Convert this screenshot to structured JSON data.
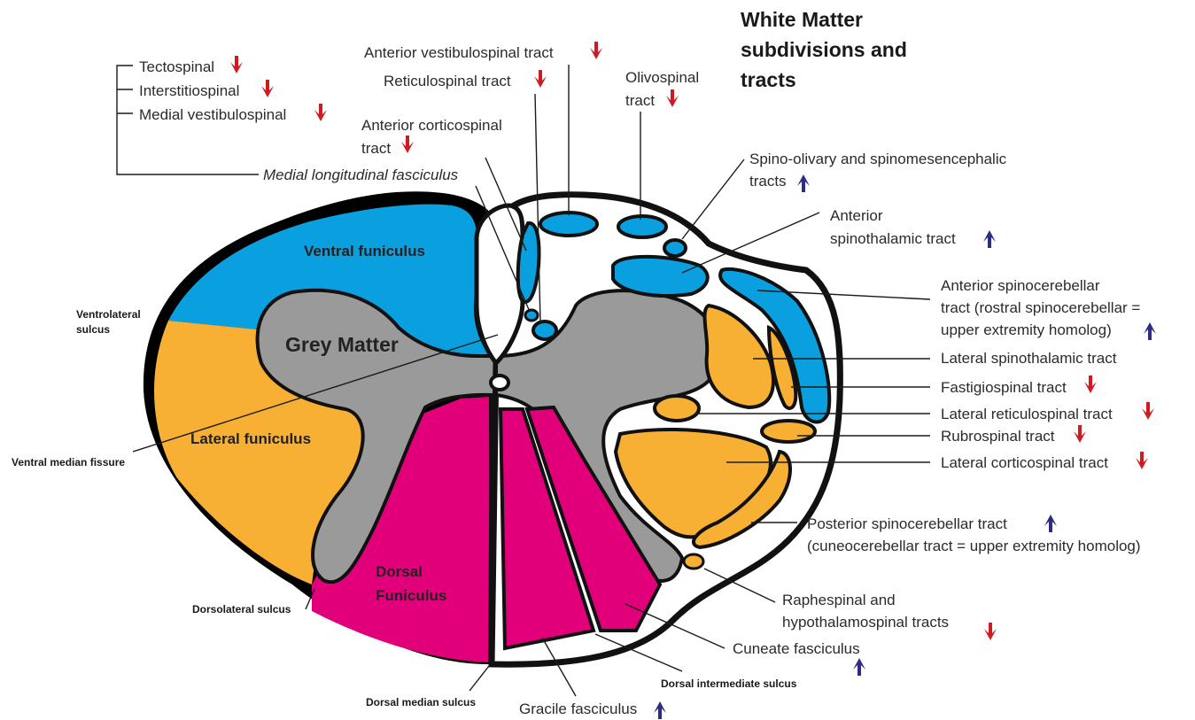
{
  "title": [
    "White Matter",
    "subdivisions and",
    "tracts"
  ],
  "colors": {
    "white_matter_blue": "#0aa0e0",
    "white_matter_orange": "#f7b033",
    "white_matter_magenta": "#e2007a",
    "grey_matter": "#9a9a9a",
    "outline": "#111111",
    "descending_arrow": "#d01a22",
    "ascending_arrow": "#2e2a86"
  },
  "regions": {
    "ventral_funiculus": "Ventral funiculus",
    "grey_matter": "Grey Matter",
    "lateral_funiculus": "Lateral funiculus",
    "dorsal_funiculus": [
      "Dorsal",
      "Funiculus"
    ]
  },
  "landmarks": {
    "ventrolateral_sulcus": [
      "Ventrolateral",
      "sulcus"
    ],
    "ventral_median_fissure": "Ventral median fissure",
    "dorsolateral_sulcus": "Dorsolateral sulcus",
    "dorsal_median_sulcus": "Dorsal median sulcus",
    "dorsal_intermediate_sulcus": "Dorsal intermediate sulcus"
  },
  "mlf_group": {
    "items": [
      {
        "label": "Tectospinal",
        "arrow": "down"
      },
      {
        "label": "Interstitiospinal",
        "arrow": "down"
      },
      {
        "label": "Medial vestibulospinal",
        "arrow": "down"
      }
    ],
    "label": "Medial longitudinal fasciculus"
  },
  "tracts": {
    "anterior_vestibulospinal": {
      "label": "Anterior vestibulospinal tract",
      "arrow": "down"
    },
    "reticulospinal": {
      "label": "Reticulospinal tract",
      "arrow": "down"
    },
    "anterior_corticospinal": {
      "lines": [
        "Anterior corticospinal",
        "tract"
      ],
      "arrow": "down"
    },
    "olivospinal": {
      "lines": [
        "Olivospinal",
        "tract"
      ],
      "arrow": "down"
    },
    "spino_olivary": {
      "lines": [
        "Spino-olivary and spinomesencephalic",
        "tracts"
      ],
      "arrow": "up"
    },
    "anterior_spinothalamic": {
      "lines": [
        "Anterior",
        "spinothalamic tract"
      ],
      "arrow": "up"
    },
    "anterior_spinocerebellar": {
      "lines": [
        "Anterior spinocerebellar",
        "tract (rostral spinocerebellar =",
        "upper extremity homolog)"
      ],
      "arrow": "up"
    },
    "lateral_spinothalamic": {
      "label": "Lateral spinothalamic tract",
      "arrow": "none"
    },
    "fastigiospinal": {
      "label": "Fastigiospinal tract",
      "arrow": "down"
    },
    "lateral_reticulospinal": {
      "label": "Lateral reticulospinal tract",
      "arrow": "down"
    },
    "rubrospinal": {
      "label": "Rubrospinal tract",
      "arrow": "down"
    },
    "lateral_corticospinal": {
      "label": "Lateral corticospinal tract",
      "arrow": "down"
    },
    "posterior_spinocerebellar": {
      "lines": [
        "Posterior spinocerebellar tract",
        "(cuneocerebellar tract = upper extremity homolog)"
      ],
      "arrow": "up"
    },
    "raphespinal": {
      "lines": [
        "Raphespinal and",
        "hypothalamospinal tracts"
      ],
      "arrow": "down"
    },
    "cuneate": {
      "label": "Cuneate fasciculus",
      "arrow": "up"
    },
    "gracile": {
      "label": "Gracile fasciculus",
      "arrow": "up"
    }
  }
}
